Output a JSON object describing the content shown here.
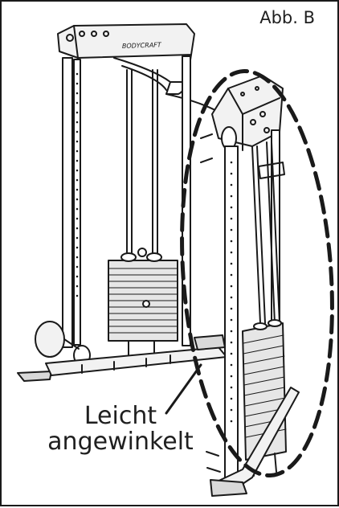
{
  "figure_label": "Abb. B",
  "callout": {
    "line1": "Leicht",
    "line2": "angewinkelt"
  },
  "brand_logo": "BODYCRAFT",
  "colors": {
    "line": "#1a1a1a",
    "fill_light": "#f2f2f2",
    "fill_mid": "#d9d9d9",
    "border": "#1a1a1a"
  }
}
